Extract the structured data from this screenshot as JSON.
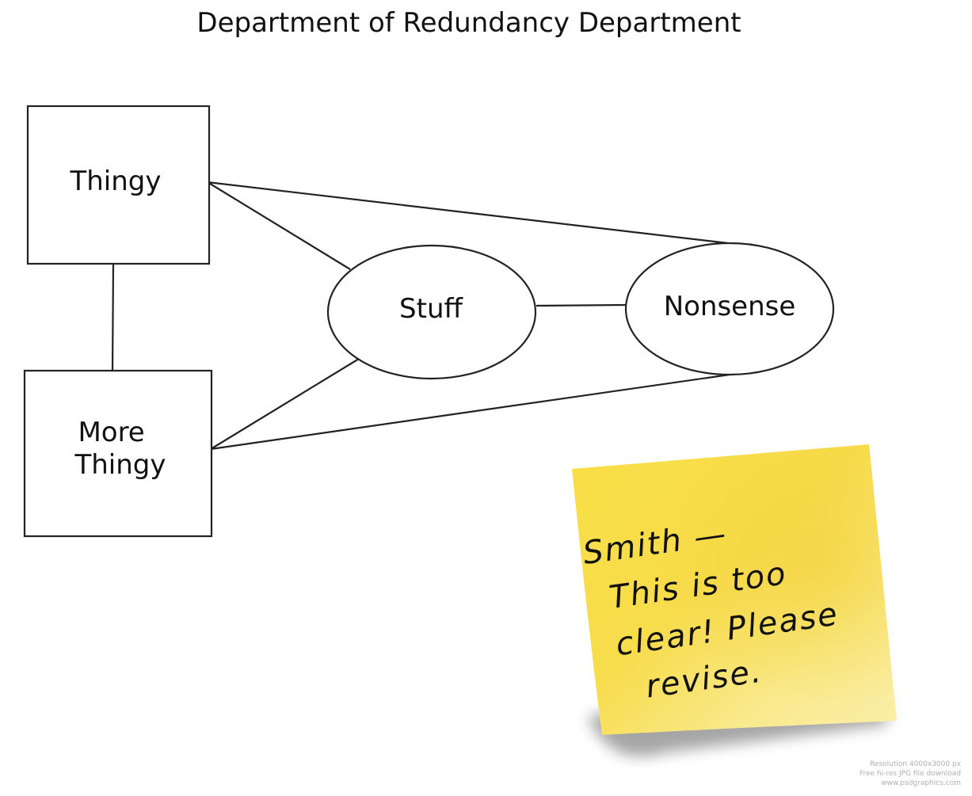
{
  "title": "Department of Redundancy Department",
  "nodes": {
    "thingy": "Thingy",
    "more_thingy": [
      "More",
      "Thingy"
    ],
    "stuff": "Stuff",
    "nonsense": "Nonsense"
  },
  "sticky_note": {
    "lines": [
      "Smith —",
      "This is too",
      "clear! Please",
      "revise."
    ],
    "color": "#f8de4a"
  },
  "watermark": {
    "lines": [
      "Resolution 4000x3000 px",
      "Free hi-res JPG file download",
      "www.psdgraphics.com"
    ]
  }
}
